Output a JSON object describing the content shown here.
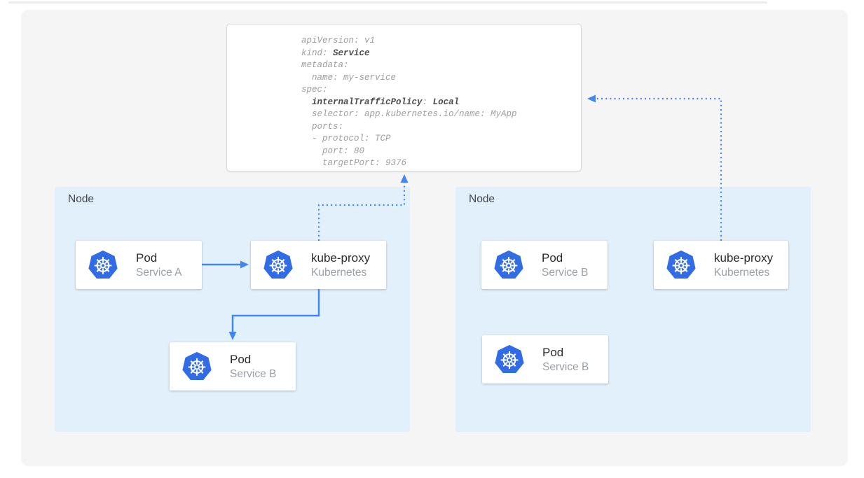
{
  "colors": {
    "canvas_background": "#f5f5f6",
    "node_background": "#e2f0fb",
    "card_background": "#ffffff",
    "arrow_blue": "#4285f4",
    "kubernetes_logo_blue": "#326ce5",
    "code_text": "#9e9e9e",
    "code_bold_text": "#4b4b4b",
    "card_title_text": "#2b2b2b",
    "card_subtitle_text": "#9aa0a6",
    "node_label_text": "#3f464c"
  },
  "code_block": {
    "lines": [
      [
        {
          "text": "apiVersion: v1",
          "bold": false
        }
      ],
      [
        {
          "text": "kind: ",
          "bold": false
        },
        {
          "text": "Service",
          "bold": true
        }
      ],
      [
        {
          "text": "metadata:",
          "bold": false
        }
      ],
      [
        {
          "text": "  name: my-service",
          "bold": false
        }
      ],
      [
        {
          "text": "spec:",
          "bold": false
        }
      ],
      [
        {
          "text": "  ",
          "bold": false
        },
        {
          "text": "internalTrafficPolicy",
          "bold": true
        },
        {
          "text": ": ",
          "bold": false
        },
        {
          "text": "Local",
          "bold": true
        }
      ],
      [
        {
          "text": "  selector: app.kubernetes.io/name: MyApp",
          "bold": false
        }
      ],
      [
        {
          "text": "  ports:",
          "bold": false
        }
      ],
      [
        {
          "text": "  - protocol: TCP",
          "bold": false
        }
      ],
      [
        {
          "text": "    port: 80",
          "bold": false
        }
      ],
      [
        {
          "text": "    targetPort: 9376",
          "bold": false
        }
      ]
    ]
  },
  "nodes": [
    {
      "label": "Node",
      "cards": [
        {
          "title": "Pod",
          "subtitle": "Service A",
          "icon": "kubernetes-logo"
        },
        {
          "title": "kube-proxy",
          "subtitle": "Kubernetes",
          "icon": "kubernetes-logo"
        },
        {
          "title": "Pod",
          "subtitle": "Service B",
          "icon": "kubernetes-logo"
        }
      ]
    },
    {
      "label": "Node",
      "cards": [
        {
          "title": "Pod",
          "subtitle": "Service B",
          "icon": "kubernetes-logo"
        },
        {
          "title": "kube-proxy",
          "subtitle": "Kubernetes",
          "icon": "kubernetes-logo"
        },
        {
          "title": "Pod",
          "subtitle": "Service B",
          "icon": "kubernetes-logo"
        }
      ]
    }
  ],
  "connections": [
    {
      "from": "pod-service-a",
      "to": "kube-proxy-left",
      "style": "solid"
    },
    {
      "from": "kube-proxy-left",
      "to": "pod-service-b-left",
      "style": "solid"
    },
    {
      "from": "kube-proxy-left",
      "to": "service-yaml-card",
      "style": "dotted"
    },
    {
      "from": "kube-proxy-right",
      "to": "service-yaml-card",
      "style": "dotted"
    }
  ]
}
